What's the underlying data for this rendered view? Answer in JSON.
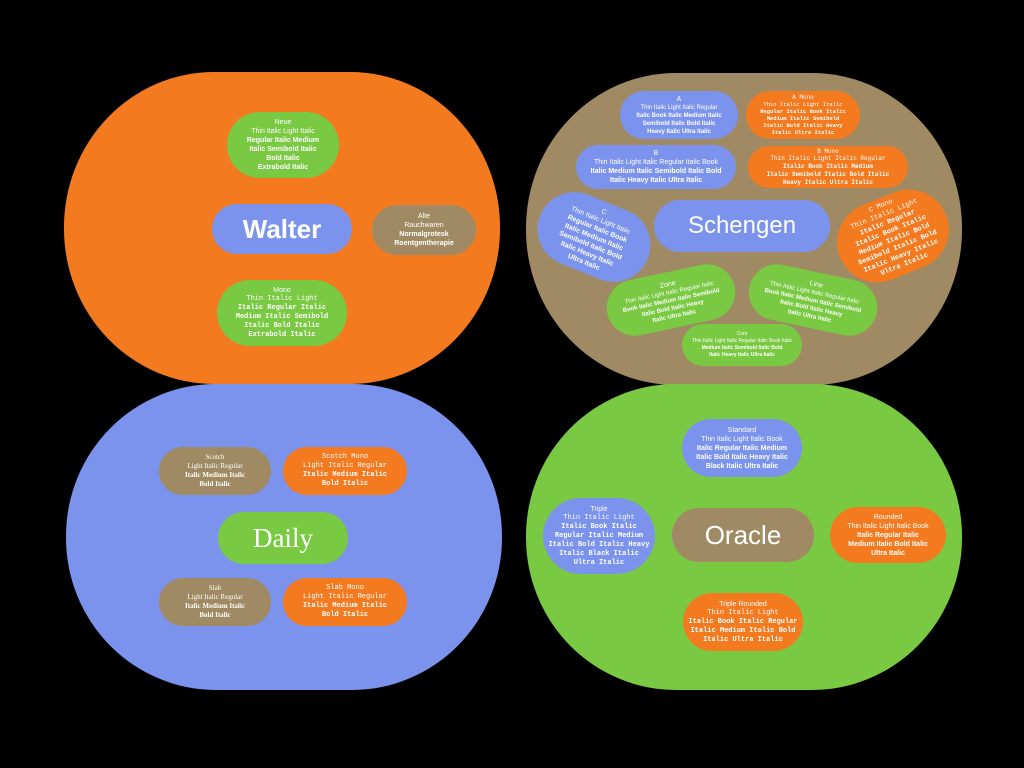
{
  "colors": {
    "orange": "#f47a20",
    "tan": "#a08a63",
    "blue": "#7b93ec",
    "green": "#7ac943",
    "background": "#000000"
  },
  "walter": {
    "title": "Walter",
    "neue": {
      "label": "Neue",
      "lines": [
        "Thin Italic Light Italic",
        "Regular Italic Medium",
        "Italic Semibold Italic",
        "Bold Italic",
        "Extrabold Italic"
      ]
    },
    "alte": {
      "lines": [
        "Alte",
        "Rauchwaren",
        "Normalgrotesk",
        "Roentgentherapie"
      ]
    },
    "mono": {
      "label": "Mono",
      "lines": [
        "Thin Italic Light",
        "Italic Regular Italic",
        "Medium Italic Semibold",
        "Italic Bold Italic",
        "Extrabold Italic"
      ]
    }
  },
  "schengen": {
    "title": "Schengen",
    "a": {
      "label": "A",
      "lines": [
        "Thin Italic Light Italic Regular",
        "Italic Book Italic Medium Italic",
        "Semibold Italic Bold Italic",
        "Heavy Italic Ultra Italic"
      ]
    },
    "a_mono": {
      "label": "A Mono",
      "lines": [
        "Thin Italic Light Italic",
        "Regular Italic Book Italic",
        "Medium Italic Semibold",
        "Italic Bold Italic Heavy",
        "Italic Ultra Italic"
      ]
    },
    "b": {
      "label": "B",
      "lines": [
        "Thin Italic Light Italic Regular Italic Book",
        "Italic Medium Italic Semibold Italic Bold",
        "Italic Heavy Italic Ultra Italic"
      ]
    },
    "b_mono": {
      "label": "B Mono",
      "lines": [
        "Thin Italic Light Italic Regular",
        "Italic Book Italic Medium",
        "Italic Semibold Italic Bold Italic",
        "Heavy Italic Ultra Italic"
      ]
    },
    "c": {
      "label": "C",
      "lines": [
        "Thin Italic Light Italic",
        "Regular Italic Book",
        "Italic Medium Italic",
        "Semibold Italic Bold",
        "Italic Heavy Italic",
        "Ultra Italic"
      ]
    },
    "c_mono": {
      "label": "C Mono",
      "lines": [
        "Thin Italic Light",
        "Italic Regular",
        "Italic Book Italic",
        "Medium Italic Bold",
        "Semibold Italic Bold",
        "Italic Heavy Italic",
        "Ultra Italic"
      ]
    },
    "zone": {
      "label": "Zone",
      "lines": [
        "Thin Italic Light Italic Regular Italic",
        "Book Italic Medium Italic Semibold",
        "Italic Bold Italic Heavy",
        "Italic Ultra Italic"
      ]
    },
    "line": {
      "label": "Line",
      "lines": [
        "Thin Italic Light Italic Regular Italic",
        "Book Italic Medium Italic Semibold",
        "Italic Bold Italic Heavy",
        "Italic Ultra Italic"
      ]
    },
    "core": {
      "label": "Core",
      "lines": [
        "Thin Italic Light Italic Regular Italic Book Italic",
        "Medium Italic Semibold Italic Bold",
        "Italic Heavy Italic Ultra Italic"
      ]
    }
  },
  "daily": {
    "title": "Daily",
    "scotch": {
      "label": "Scotch",
      "lines": [
        "Light Italic Regular",
        "Italic Medium Italic",
        "Bold Italic"
      ]
    },
    "scotch_mono": {
      "label": "Scotch Mono",
      "lines": [
        "Light Italic Regular",
        "Italic Medium Italic",
        "Bold Italic"
      ]
    },
    "slab": {
      "label": "Slab",
      "lines": [
        "Light Italic Regular",
        "Italic Medium Italic",
        "Bold Italic"
      ]
    },
    "slab_mono": {
      "label": "Slab Mono",
      "lines": [
        "Light Italic Regular",
        "Italic Medium Italic",
        "Bold Italic"
      ]
    }
  },
  "oracle": {
    "title": "Oracle",
    "standard": {
      "label": "Standard",
      "lines": [
        "Thin Italic Light Italic Book",
        "Italic Regular Italic Medium",
        "Italic Bold Italic Heavy Italic",
        "Black Italic Ultra Italic"
      ]
    },
    "triple": {
      "label": "Triple",
      "lines": [
        "Thin Italic Light",
        "Italic Book Italic",
        "Regular Italic Medium",
        "Italic Bold Italic Heavy",
        "Italic Black Italic",
        "Ultra Italic"
      ]
    },
    "rounded": {
      "label": "Rounded",
      "lines": [
        "Thin Italic Light Italic Book",
        "Italic Regular Italic",
        "Medium Italic Bold Italic",
        "Ultra Italic"
      ]
    },
    "triple_rounded": {
      "label": "Triple Rounded",
      "lines": [
        "Thin Italic Light",
        "Italic Book Italic Regular",
        "Italic Medium Italic Bold",
        "Italic Ultra Italic"
      ]
    }
  }
}
